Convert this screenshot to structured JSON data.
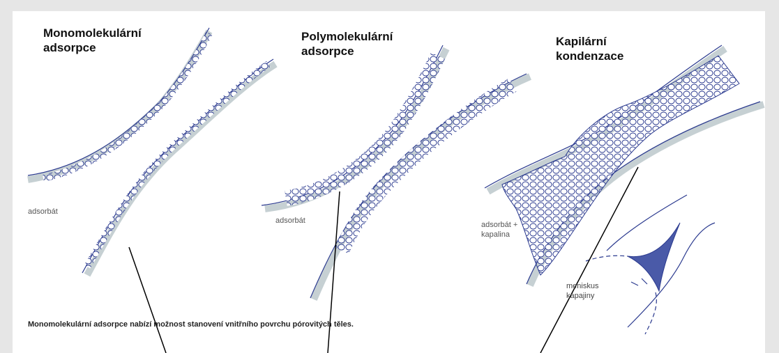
{
  "panels": [
    {
      "title": "Monomolekulární\nadsorpce",
      "label": "adsorbát"
    },
    {
      "title": "Polymolekulární\nadsorpce",
      "label": "adsorbát"
    },
    {
      "title": "Kapilární\nkondenzace",
      "label": "adsorbát +\nkapalina"
    }
  ],
  "meniscus_label": "meniskus\nkapajiny",
  "caption": "Monomolekulární adsorpce nabízí možnost stanovení vnitřního povrchu pórovitých těles.",
  "colors": {
    "ink": "#2b3a8f",
    "substrate": "#b8c4c8",
    "frame": "#e6e6e6"
  }
}
